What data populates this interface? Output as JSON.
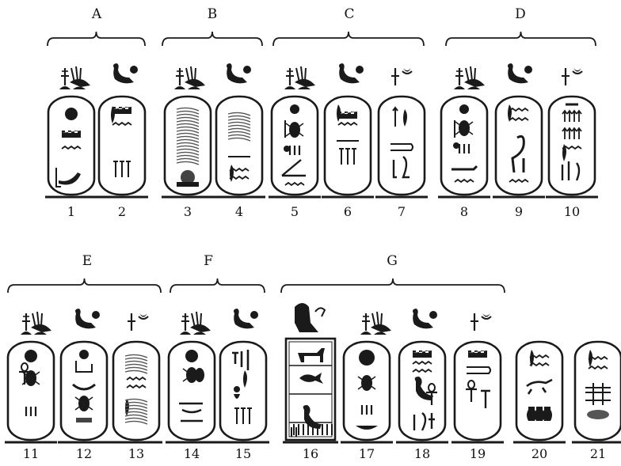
{
  "groups": [
    {
      "label": "A"
    },
    {
      "label": "B"
    },
    {
      "label": "C"
    },
    {
      "label": "D"
    },
    {
      "label": "E"
    },
    {
      "label": "F"
    },
    {
      "label": "G"
    }
  ],
  "numbers": [
    "1",
    "2",
    "3",
    "4",
    "5",
    "6",
    "7",
    "8",
    "9",
    "10",
    "11",
    "12",
    "13",
    "14",
    "15",
    "16",
    "17",
    "18",
    "19",
    "20",
    "21"
  ]
}
